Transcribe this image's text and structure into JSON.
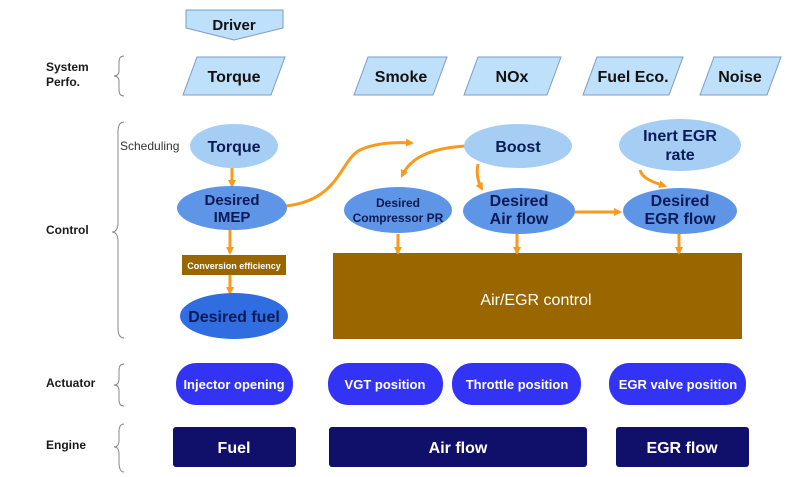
{
  "rows": {
    "system": "System",
    "perfo": "Perfo.",
    "control": "Control",
    "actuator": "Actuator",
    "engine": "Engine"
  },
  "driver": "Driver",
  "performance": [
    "Torque",
    "Smoke",
    "NOx",
    "Fuel Eco.",
    "Noise"
  ],
  "control": {
    "scheduling": "Scheduling",
    "torque": "Torque",
    "desired_imep": [
      "Desired",
      "IMEP"
    ],
    "conversion_efficiency": "Conversion efficiency",
    "desired_fuel": "Desired fuel",
    "boost": "Boost",
    "desired_compressor_pr": [
      "Desired",
      "Compressor PR"
    ],
    "desired_air_flow": [
      "Desired",
      "Air flow"
    ],
    "inert_egr_rate": [
      "Inert EGR",
      "rate"
    ],
    "desired_egr_flow": [
      "Desired",
      "EGR flow"
    ],
    "air_egr_control": "Air/EGR control"
  },
  "actuators": [
    "Injector opening",
    "VGT position",
    "Throttle position",
    "EGR valve position"
  ],
  "engine": [
    "Fuel",
    "Air flow",
    "EGR flow"
  ],
  "colors": {
    "arrow": "#f79a1e",
    "light_ellipse": "#a6cef5",
    "mid_ellipse": "#5f95e6",
    "deep_ellipse": "#2f6de0",
    "actuator": "#3333f5",
    "engine": "#10106a",
    "control_block": "#996600",
    "perf_box": "#bfe0fa"
  }
}
